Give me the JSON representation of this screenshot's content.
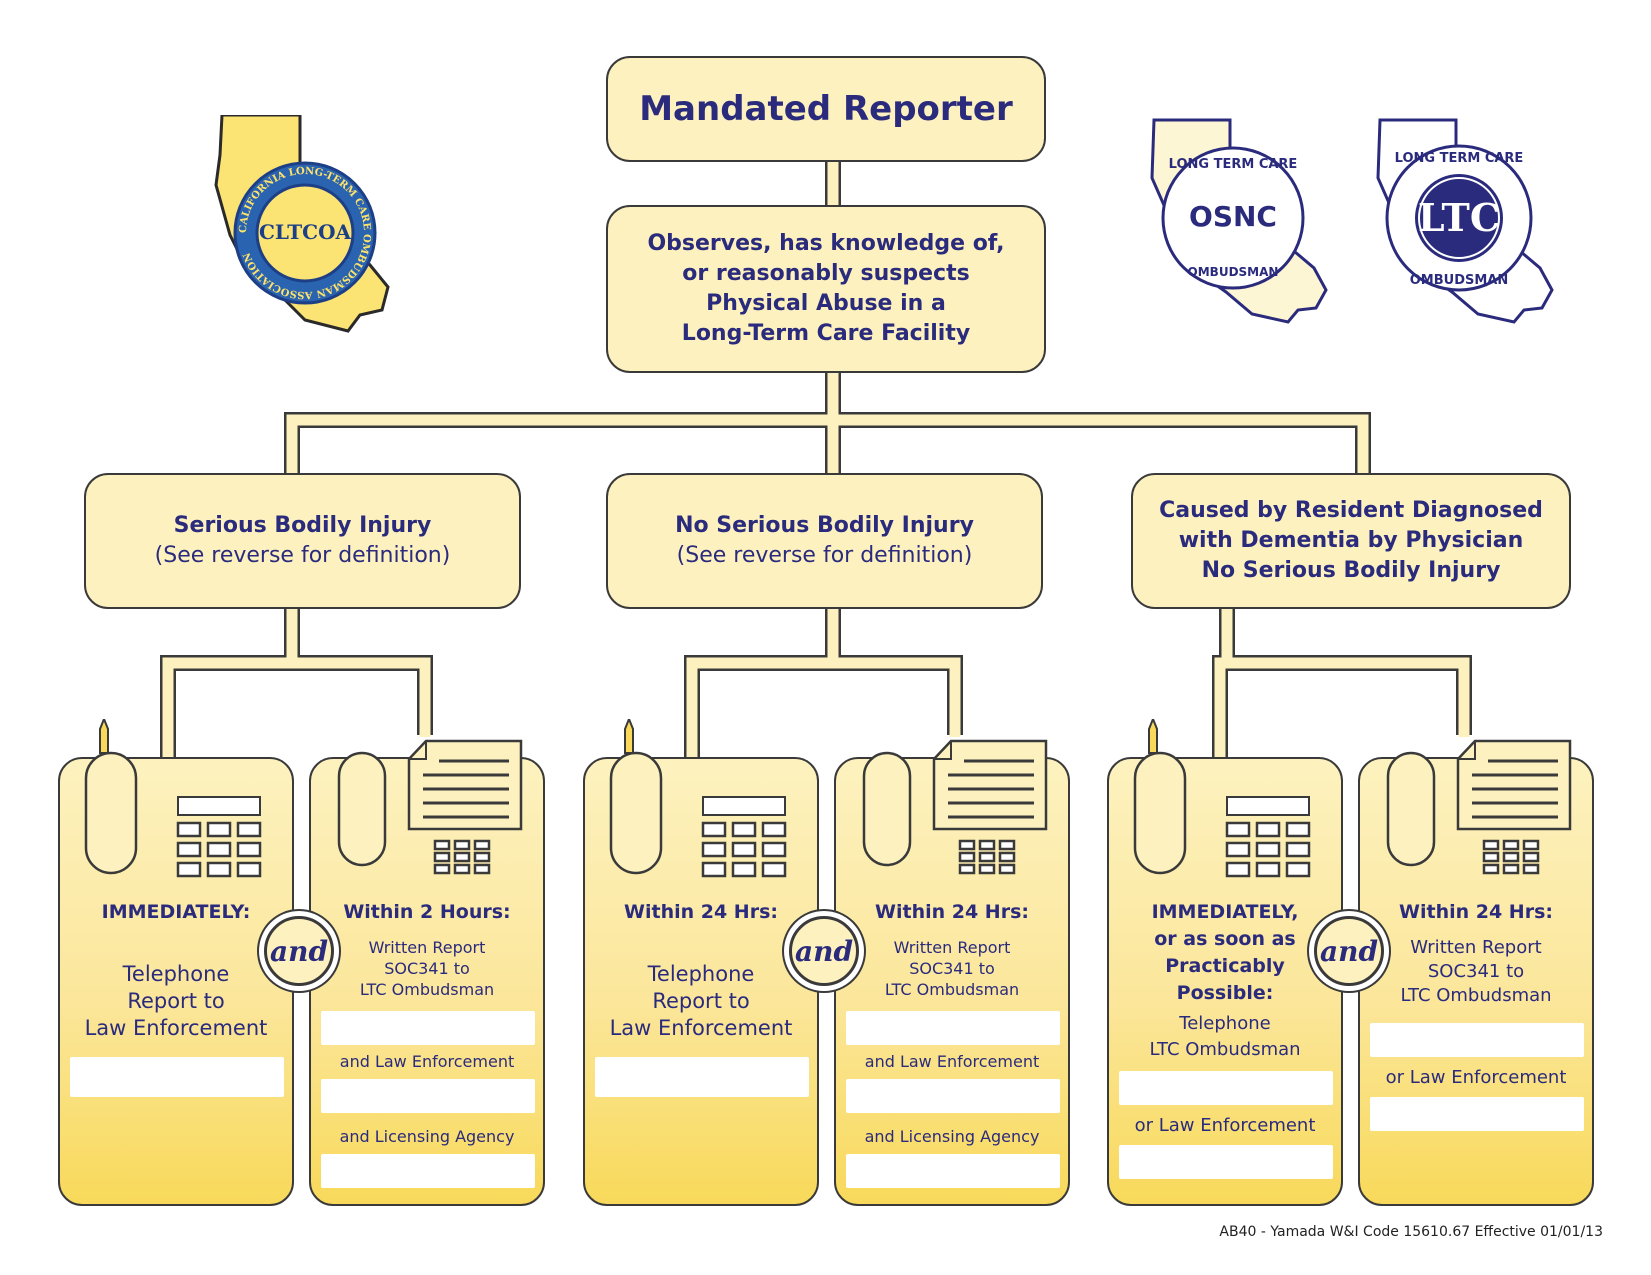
{
  "title": "Mandated Reporter",
  "observes": [
    "Observes, has knowledge of,",
    "or reasonably suspects",
    "Physical Abuse in a",
    "Long-Term Care Facility"
  ],
  "categories": [
    {
      "lines": [
        "Serious Bodily Injury"
      ],
      "sub": "(See reverse for definition)"
    },
    {
      "lines": [
        "No Serious Bodily Injury"
      ],
      "sub": "(See reverse for definition)"
    },
    {
      "lines": [
        "Caused by Resident Diagnosed",
        "with Dementia by Physician",
        "No Serious Bodily Injury"
      ],
      "sub": ""
    }
  ],
  "and_label": "and",
  "actions": {
    "c1_phone": {
      "heading": "IMMEDIATELY:",
      "text": [
        "Telephone",
        "Report to",
        "Law Enforcement"
      ]
    },
    "c1_fax": {
      "heading": "Within 2 Hours:",
      "text": [
        "Written Report",
        "SOC341 to",
        "LTC Ombudsman"
      ],
      "and_1": "and Law Enforcement",
      "and_2": "and Licensing Agency"
    },
    "c2_phone": {
      "heading": "Within 24 Hrs:",
      "text": [
        "Telephone",
        "Report to",
        "Law Enforcement"
      ]
    },
    "c2_fax": {
      "heading": "Within 24 Hrs:",
      "text": [
        "Written Report",
        "SOC341 to",
        "LTC Ombudsman"
      ],
      "and_1": "and Law Enforcement",
      "and_2": "and Licensing Agency"
    },
    "c3_phone": {
      "heading": [
        "IMMEDIATELY,",
        "or as soon as",
        "Practicably",
        "Possible:"
      ],
      "text": [
        "Telephone",
        "LTC Ombudsman"
      ],
      "or_1": "or Law Enforcement"
    },
    "c3_fax": {
      "heading": "Within 24 Hrs:",
      "text": [
        "Written Report",
        "SOC341 to",
        "LTC Ombudsman"
      ],
      "or_1": "or Law Enforcement"
    }
  },
  "logos": {
    "cltcoa": {
      "ring_text": "CALIFORNIA LONG-TERM CARE OMBUDSMAN ASSOCIATION",
      "center": "CLTCOA"
    },
    "osnc": {
      "top": "LONG TERM CARE",
      "center": "OSNC",
      "bottom": "OMBUDSMAN"
    },
    "ltc": {
      "top": "LONG TERM CARE",
      "center": "LTC",
      "bottom": "OMBUDSMAN"
    }
  },
  "colors": {
    "accent_text": "#2b2b7d",
    "box_fill": "#fdf2bf",
    "phone_fill": "#f8d95a",
    "outline": "#3a3a3a"
  },
  "footer": "AB40 - Yamada  W&I Code 15610.67  Effective 01/01/13"
}
